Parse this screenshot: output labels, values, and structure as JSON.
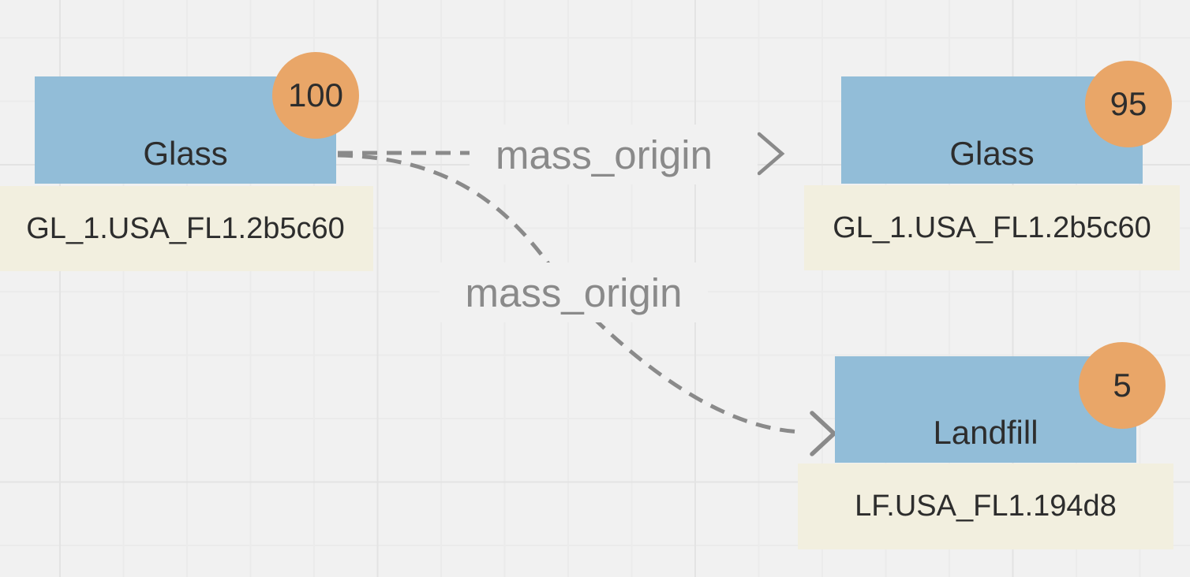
{
  "diagram": {
    "type": "node-link-graph",
    "nodes": [
      {
        "title": "Glass",
        "badge": "100",
        "id_label": "GL_1.USA_FL1.2b5c60"
      },
      {
        "title": "Glass",
        "badge": "95",
        "id_label": "GL_1.USA_FL1.2b5c60"
      },
      {
        "title": "Landfill",
        "badge": "5",
        "id_label": "LF.USA_FL1.194d8"
      }
    ],
    "edges": [
      {
        "label": "mass_origin",
        "from": 0,
        "to": 1
      },
      {
        "label": "mass_origin",
        "from": 0,
        "to": 2
      }
    ],
    "colors": {
      "canvas_bg": "#f1f1f1",
      "grid_minor": "#ebebeb",
      "grid_major": "#e3e3e3",
      "node_fill": "#92bdd8",
      "badge_fill": "#e9a668",
      "id_label_fill": "#f2efdf",
      "edge_color": "#8a8a8a",
      "text_color": "#2d2d2d"
    }
  }
}
